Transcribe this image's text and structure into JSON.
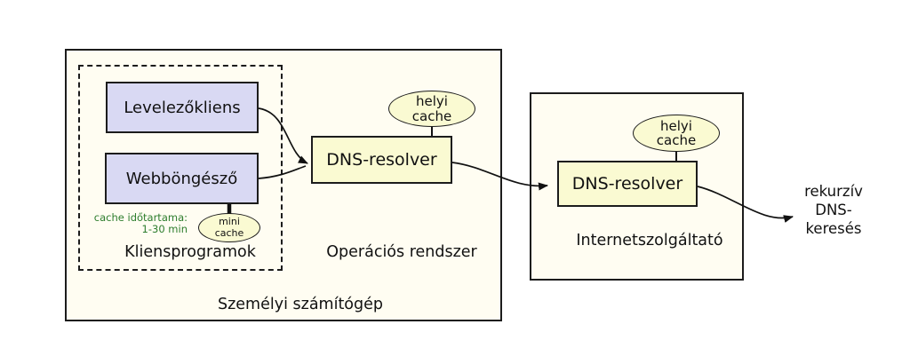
{
  "diagram": {
    "pc_box": {
      "label": "Személyi számítógép"
    },
    "client_group": {
      "label": "Kliensprogramok",
      "mail_client_label": "Levelezőkliens",
      "web_browser_label": "Webböngésző",
      "cache_note": "cache időtartama:\n1-30 min",
      "mini_cache_label": "mini\ncache"
    },
    "os": {
      "label": "Operációs rendszer",
      "resolver_label": "DNS-resolver",
      "cache_label": "helyi\ncache"
    },
    "isp": {
      "label": "Internetszolgáltató",
      "resolver_label": "DNS-resolver",
      "cache_label": "helyi\ncache"
    },
    "recursive_label": "rekurzív\nDNS-\nkeresés",
    "colors": {
      "panel_fill": "#fffdf2",
      "client_box_fill": "#d9d9f3",
      "cache_fill": "#fafad2",
      "note_green": "#2d7d2d",
      "line_color": "#111111"
    }
  }
}
